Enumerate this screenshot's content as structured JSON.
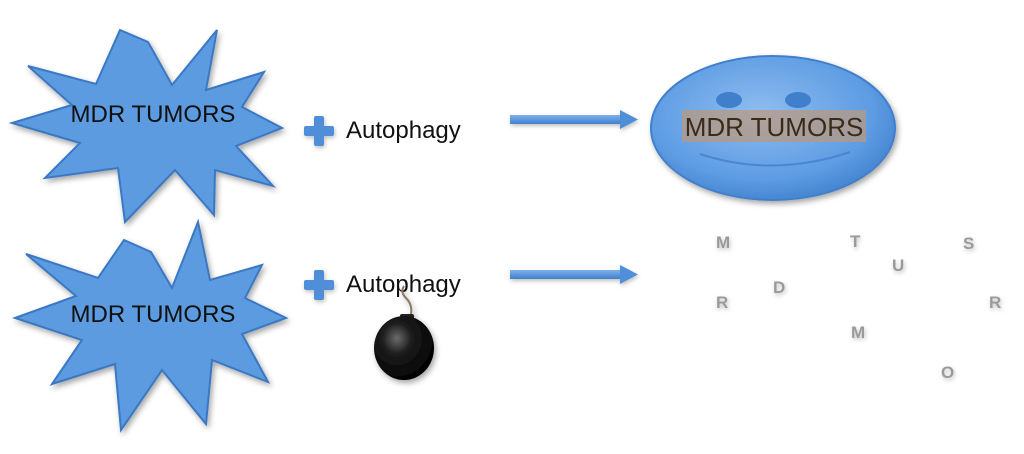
{
  "top_row": {
    "tumor_label": "MDR TUMORS",
    "plus_icon": "plus-icon",
    "treatment_label": "Autophagy",
    "arrow_icon": "arrow-right-icon",
    "outcome_label": "MDR TUMORS",
    "outcome_icon": "smiley-face-icon"
  },
  "bottom_row": {
    "tumor_label": "MDR TUMORS",
    "plus_icon": "plus-icon",
    "treatment_label": "Autophagy",
    "inhibitor_icon": "bomb-icon",
    "arrow_icon": "arrow-right-icon",
    "scattered_letters": [
      "M",
      "T",
      "S",
      "U",
      "D",
      "R",
      "R",
      "M",
      "O"
    ]
  },
  "colors": {
    "tumor_fill": "#5b9be0",
    "tumor_stroke": "#3b78c4",
    "face_fill": "#5e9ce3",
    "arrow": "#4f8fda",
    "plus": "#4f8fda",
    "label_highlight": "#b89a80",
    "scattered_letter": "#9a9a9a"
  }
}
